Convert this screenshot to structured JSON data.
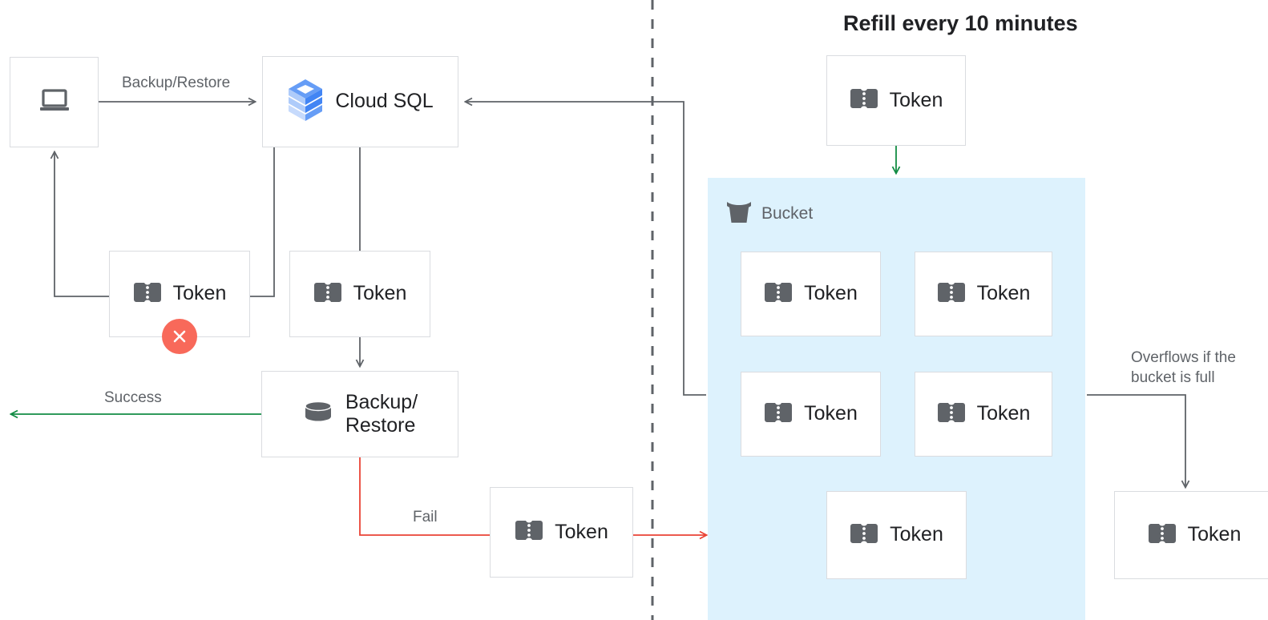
{
  "title": "Refill every 10 minutes",
  "colors": {
    "box_border": "#dadce0",
    "bucket_bg": "#ddf2fd",
    "line": "#5f6368",
    "success": "#128c44",
    "fail": "#ea4335",
    "error_badge": "#f8695a",
    "token_icon": "#5f6368",
    "text": "#202124",
    "muted_text": "#5f6368",
    "cloudsql_blue_dark": "#4285f4",
    "cloudsql_blue_mid": "#669df6",
    "cloudsql_blue_light": "#aecbfa"
  },
  "nodes": {
    "client": {
      "label": "",
      "icon": "laptop-icon"
    },
    "cloud_sql": {
      "label": "Cloud SQL",
      "icon": "cloud-sql-icon"
    },
    "token_rejected": {
      "label": "Token",
      "icon": "token-icon",
      "badge": "error-x-badge"
    },
    "token_consumed": {
      "label": "Token",
      "icon": "token-icon"
    },
    "backup_restore": {
      "label": "Backup/\nRestore",
      "icon": "database-icon"
    },
    "token_fail": {
      "label": "Token",
      "icon": "token-icon"
    },
    "token_refill": {
      "label": "Token",
      "icon": "token-icon"
    },
    "token_overflow": {
      "label": "Token",
      "icon": "token-icon"
    }
  },
  "bucket": {
    "label": "Bucket",
    "icon": "bucket-icon",
    "tokens": [
      {
        "label": "Token"
      },
      {
        "label": "Token"
      },
      {
        "label": "Token"
      },
      {
        "label": "Token"
      },
      {
        "label": "Token"
      }
    ]
  },
  "edges": {
    "backup_restore_label": "Backup/Restore",
    "success_label": "Success",
    "fail_label": "Fail",
    "overflow_label": "Overflows if the\nbucket is full"
  }
}
